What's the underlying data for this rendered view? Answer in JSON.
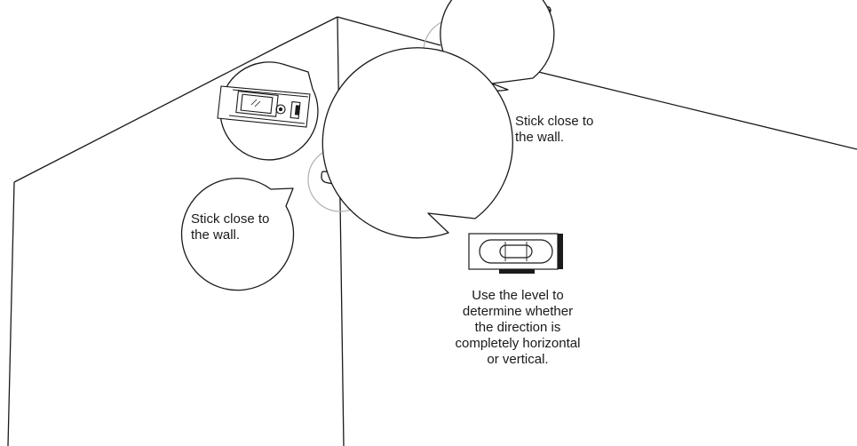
{
  "notes": {
    "left_wall": "Stick close to\nthe wall.",
    "right_wall": "Stick close to\nthe wall.",
    "level": "Use the level to\ndetermine whether\nthe direction is\ncompletely horizontal\nor vertical."
  },
  "icons": {
    "clip": "pipe-clip-icon",
    "level": "spirit-level-icon"
  },
  "colors": {
    "line": "#1a1a1a",
    "guide_circle": "#b0b0b0",
    "background": "#ffffff"
  }
}
